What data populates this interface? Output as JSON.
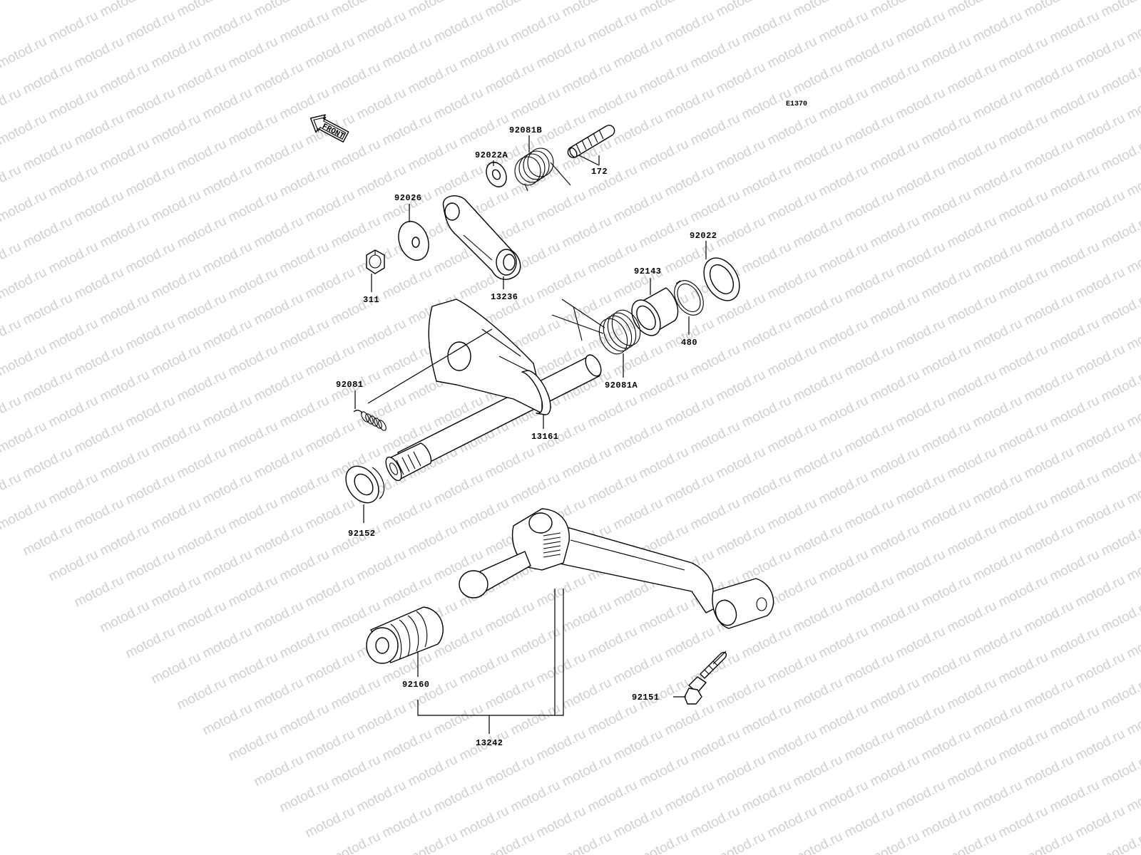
{
  "diagram_code": "E1370",
  "watermark_text": "motod.ru",
  "front_arrow_label": "FRONT",
  "parts": [
    {
      "id": "92081B",
      "label": "92081B"
    },
    {
      "id": "92022A",
      "label": "92022A"
    },
    {
      "id": "172",
      "label": "172"
    },
    {
      "id": "92026",
      "label": "92026"
    },
    {
      "id": "311",
      "label": "311"
    },
    {
      "id": "13236",
      "label": "13236"
    },
    {
      "id": "92022",
      "label": "92022"
    },
    {
      "id": "92143",
      "label": "92143"
    },
    {
      "id": "480",
      "label": "480"
    },
    {
      "id": "92081A",
      "label": "92081A"
    },
    {
      "id": "92081",
      "label": "92081"
    },
    {
      "id": "13161",
      "label": "13161"
    },
    {
      "id": "92152",
      "label": "92152"
    },
    {
      "id": "92160",
      "label": "92160"
    },
    {
      "id": "92151",
      "label": "92151"
    },
    {
      "id": "13242",
      "label": "13242"
    }
  ],
  "colors": {
    "line": "#000000",
    "watermark": "#cfcfcf",
    "background": "#ffffff"
  }
}
